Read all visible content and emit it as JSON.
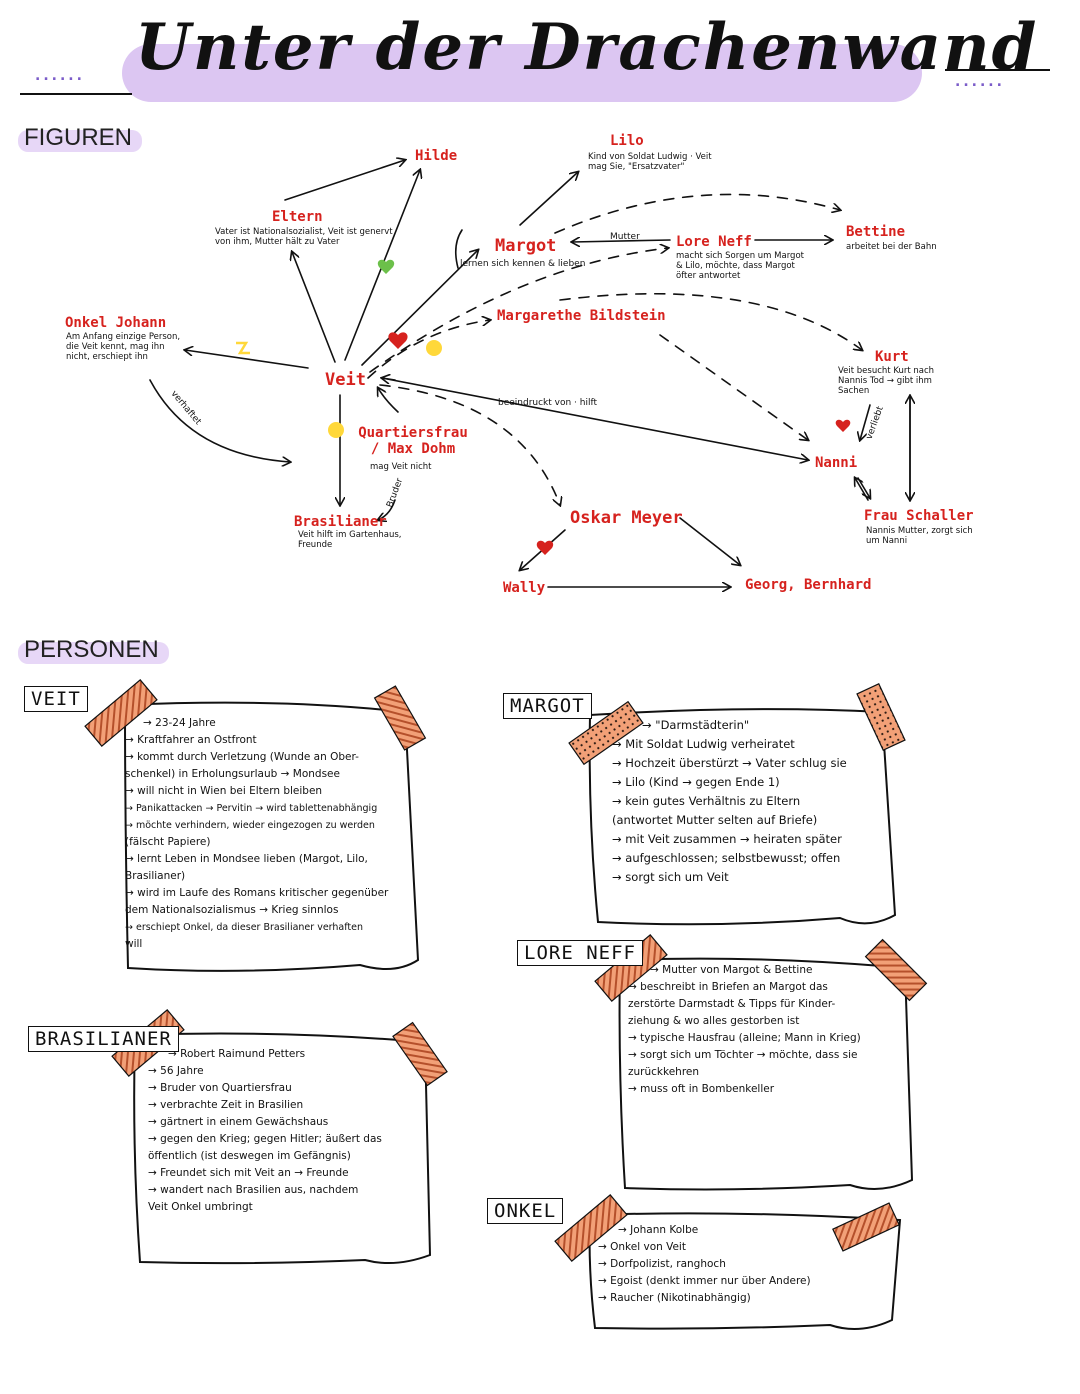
{
  "title": "Unter der Drachenwand",
  "header_dots": "......",
  "sections": {
    "figures": "FIGUREN",
    "persons": "PERSONEN"
  },
  "figures": {
    "hilde": "Hilde",
    "lilo": "Lilo",
    "lilo_note": "Kind von Soldat Ludwig · Veit mag Sie, \"Ersatzvater\"",
    "eltern": "Eltern",
    "eltern_note": "Vater ist Nationalsozialist, Veit ist genervt von ihm, Mutter hält zu Vater",
    "margot": "Margot",
    "margot_edge": "lernen sich kennen & lieben",
    "mutter_edge": "Mutter",
    "lore": "Lore Neff",
    "lore_note": "macht sich Sorgen um Margot & Lilo, möchte, dass Margot öfter antwortet",
    "bettine": "Bettine",
    "bettine_note": "arbeitet bei der Bahn",
    "onkel": "Onkel Johann",
    "onkel_note": "Am Anfang einzige Person, die Veit kennt, mag ihn nicht, erschiept ihn",
    "margarethe": "Margarethe Bildstein",
    "veit": "Veit",
    "kurt": "Kurt",
    "kurt_note": "Veit besucht Kurt nach Nannis Tod → gibt ihm Sachen",
    "beeindruckt_edge": "beeindruckt von · hilft",
    "verhaftet_edge": "verhaftet",
    "quartier": "Quartiersfrau / Max Dohm",
    "quartier_note": "mag Veit nicht",
    "bruder_edge": "Bruder",
    "verliebt_edge": "verliebt",
    "nanni": "Nanni",
    "brasilianer": "Brasilianer",
    "brasilianer_note": "Veit hilft im Gartenhaus, Freunde",
    "oskar": "Oskar Meyer",
    "frau_schaller": "Frau Schaller",
    "frau_schaller_note": "Nannis Mutter, zorgt sich um Nanni",
    "wally": "Wally",
    "georg": "Georg, Bernhard"
  },
  "persons": {
    "veit": {
      "label": "VEIT",
      "lines": [
        "→ 23-24 Jahre",
        "→ Kraftfahrer an Ostfront",
        "→ kommt durch Verletzung (Wunde an Ober-",
        "   schenkel) in Erholungsurlaub → Mondsee",
        "→ will nicht in Wien bei Eltern bleiben",
        "→ Panikattacken → Pervitin → wird tablettenabhängig",
        "→ möchte verhindern, wieder eingezogen zu werden",
        "   (fälscht Papiere)",
        "→ lernt Leben in Mondsee lieben (Margot, Lilo,",
        "   Brasilianer)",
        "→ wird im Laufe des Romans kritischer gegenüber",
        "   dem Nationalsozialismus → Krieg sinnlos",
        "→ erschiept Onkel, da dieser Brasilianer verhaften",
        "   will"
      ]
    },
    "margot": {
      "label": "MARGOT",
      "lines": [
        "→ \"Darmstädterin\"",
        "→ Mit Soldat Ludwig verheiratet",
        "→ Hochzeit überstürzt → Vater schlug sie",
        "→ Lilo (Kind → gegen Ende 1)",
        "→ kein gutes Verhältnis zu Eltern",
        "   (antwortet Mutter selten auf Briefe)",
        "→ mit Veit zusammen → heiraten später",
        "→ aufgeschlossen; selbstbewusst; offen",
        "→ sorgt sich um Veit"
      ]
    },
    "lore": {
      "label": "LORE NEFF",
      "lines": [
        "→ Mutter von Margot & Bettine",
        "→ beschreibt in Briefen an Margot das",
        "   zerstörte Darmstadt & Tipps für Kinder-",
        "   ziehung & wo alles gestorben ist",
        "→ typische Hausfrau (alleine; Mann in Krieg)",
        "→ sorgt sich um Töchter → möchte, dass sie",
        "   zurückkehren",
        "→ muss oft in Bombenkeller"
      ]
    },
    "brasilianer": {
      "label": "BRASILIANER",
      "lines": [
        "→ Robert Raimund Petters",
        "→ 56 Jahre",
        "→ Bruder von Quartiersfrau",
        "→ verbrachte Zeit in Brasilien",
        "→ gärtnert in einem Gewächshaus",
        "→ gegen den Krieg; gegen Hitler; äußert das",
        "   öffentlich (ist deswegen im Gefängnis)",
        "→ Freundet sich mit Veit an → Freunde",
        "→ wandert nach Brasilien aus, nachdem",
        "   Veit Onkel umbringt"
      ]
    },
    "onkel": {
      "label": "ONKEL",
      "lines": [
        "→ Johann Kolbe",
        "→ Onkel von Veit",
        "→ Dorfpolizist, ranghoch",
        "→ Egoist (denkt immer nur über Andere)",
        "→ Raucher (Nikotinabhängig)"
      ]
    }
  }
}
